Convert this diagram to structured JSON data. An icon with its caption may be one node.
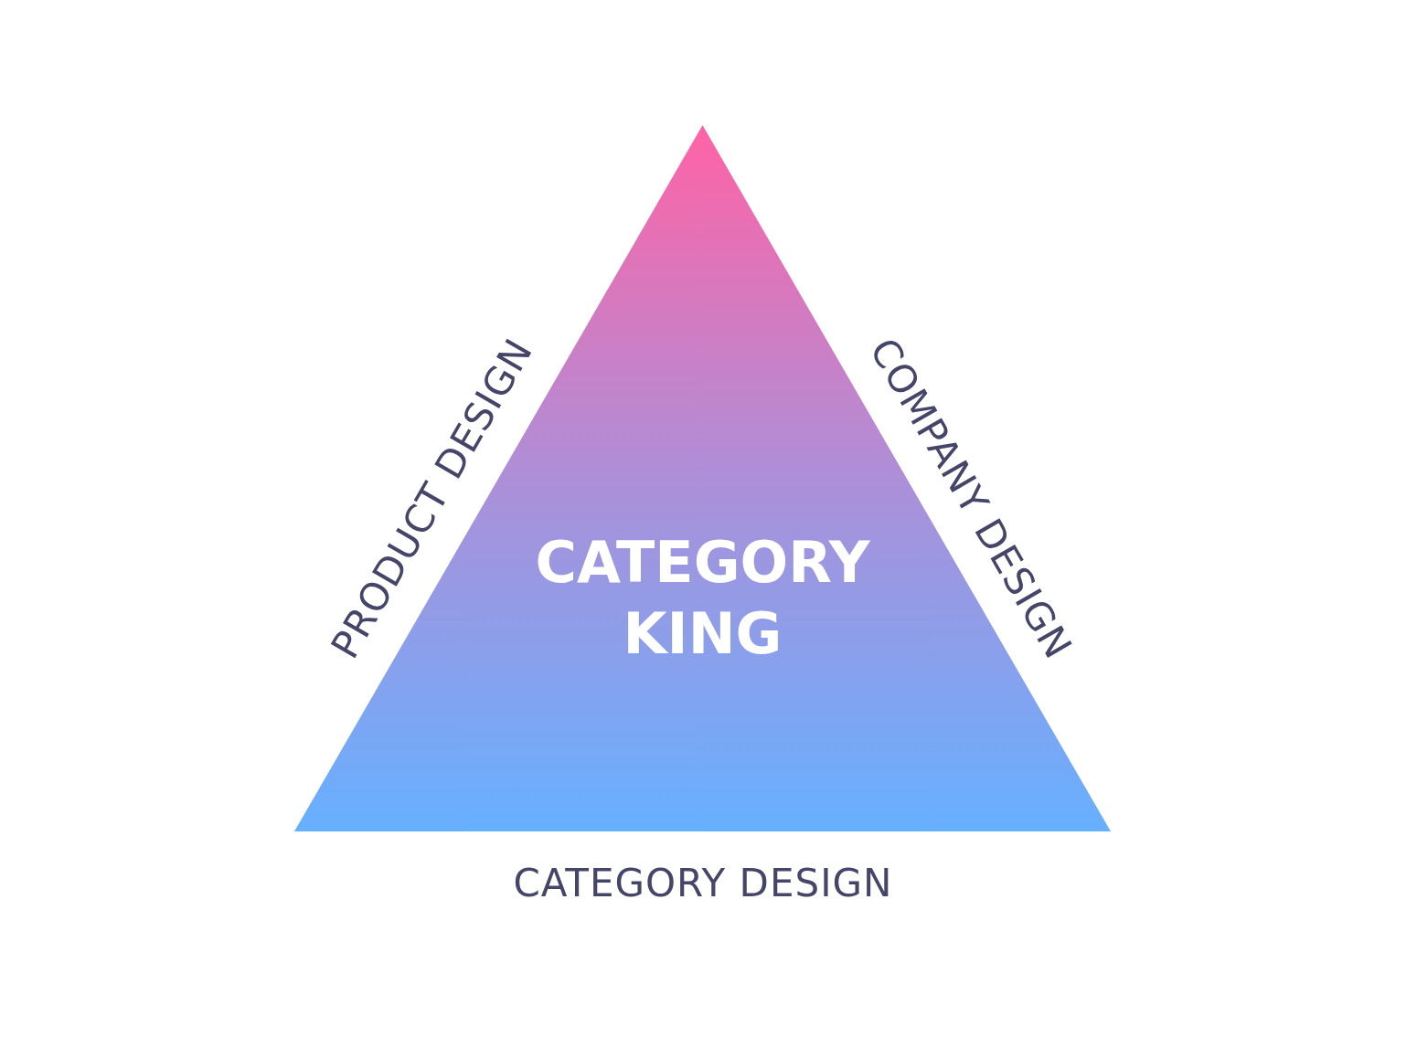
{
  "diagram": {
    "nodes": [
      {
        "text": [
          "CATEGORY KING"
        ]
      }
    ],
    "labels": [
      "PRODUCT DESIGN",
      "COMPANY DESIGN",
      "CATEGORY DESIGN"
    ]
  }
}
